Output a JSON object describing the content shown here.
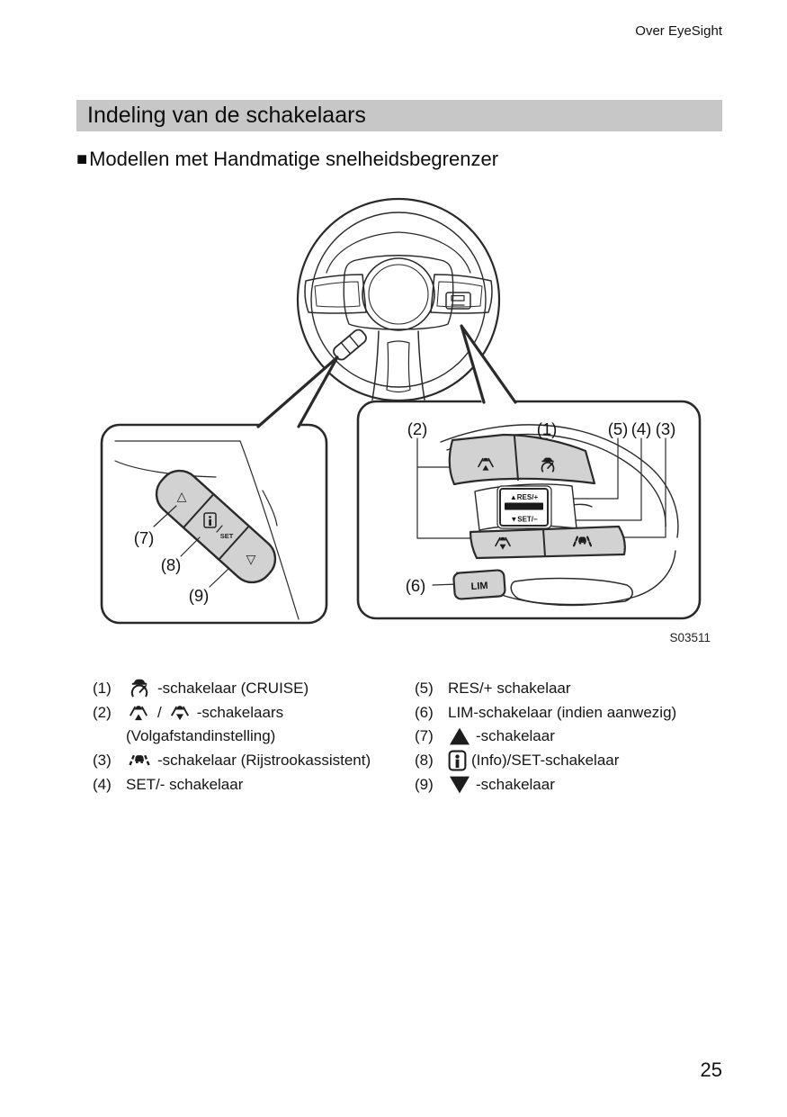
{
  "page": {
    "header": "Over EyeSight",
    "marker": "■",
    "title": "Indeling van de schakelaars",
    "section": "Modellen met Handmatige snelheidsbegrenzer",
    "figure_code": "S03511",
    "page_number": "25"
  },
  "diagram": {
    "labels": {
      "n1": "(1)",
      "n2": "(2)",
      "n3": "(3)",
      "n4": "(4)",
      "n5": "(5)",
      "n6": "(6)",
      "n7": "(7)",
      "n8": "(8)",
      "n9": "(9)"
    },
    "rocker": {
      "res": "▲RES/+",
      "set": "▼SET/−"
    },
    "buttons": {
      "lim": "LIM",
      "up": "△",
      "down": "▽",
      "info_set": "SET"
    }
  },
  "legend": {
    "left": [
      {
        "num": "(1)",
        "text": "-schakelaar (CRUISE)"
      },
      {
        "num": "(2)",
        "sep": "/",
        "text": "-schakelaars"
      },
      {
        "num": "",
        "text": "(Volgafstandinstelling)"
      },
      {
        "num": "(3)",
        "text": "-schakelaar (Rijstrookassistent)"
      },
      {
        "num": "(4)",
        "text": "SET/- schakelaar"
      }
    ],
    "right": [
      {
        "num": "(5)",
        "text": "RES/+ schakelaar"
      },
      {
        "num": "(6)",
        "text": "LIM-schakelaar (indien aanwezig)"
      },
      {
        "num": "(7)",
        "text": "-schakelaar"
      },
      {
        "num": "(8)",
        "text": "(Info)/SET-schakelaar"
      },
      {
        "num": "(9)",
        "text": "-schakelaar"
      }
    ]
  }
}
